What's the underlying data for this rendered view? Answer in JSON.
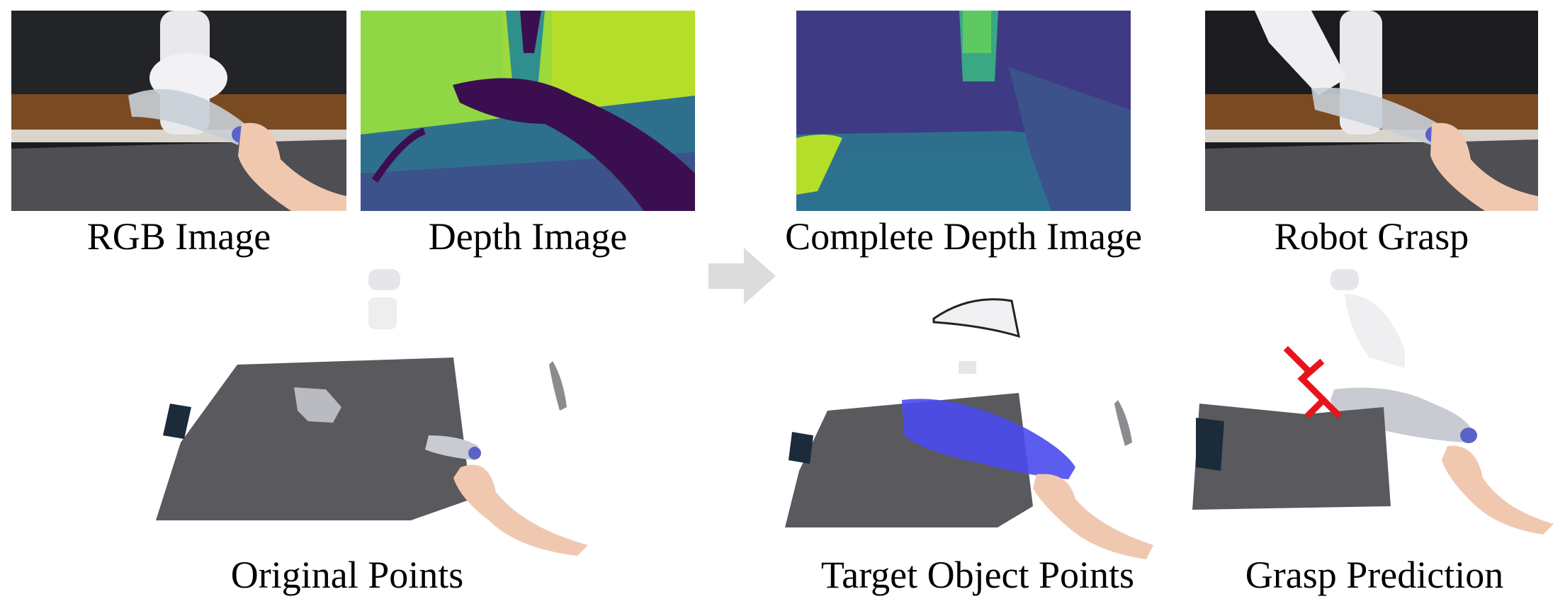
{
  "captions": {
    "rgb": "RGB Image",
    "depth": "Depth Image",
    "complete_depth": "Complete Depth Image",
    "robot_grasp": "Robot Grasp",
    "original_points": "Original Points",
    "target_points": "Target Object Points",
    "grasp_prediction": "Grasp Prediction"
  },
  "colors": {
    "arrow": "#dcdcdc",
    "depth_near": "#3b0f4f",
    "depth_mid": "#2f8f8c",
    "depth_far": "#b5de2b",
    "table": "#58585d",
    "target_highlight": "#4a4af0",
    "grasp": "#e8141c"
  }
}
